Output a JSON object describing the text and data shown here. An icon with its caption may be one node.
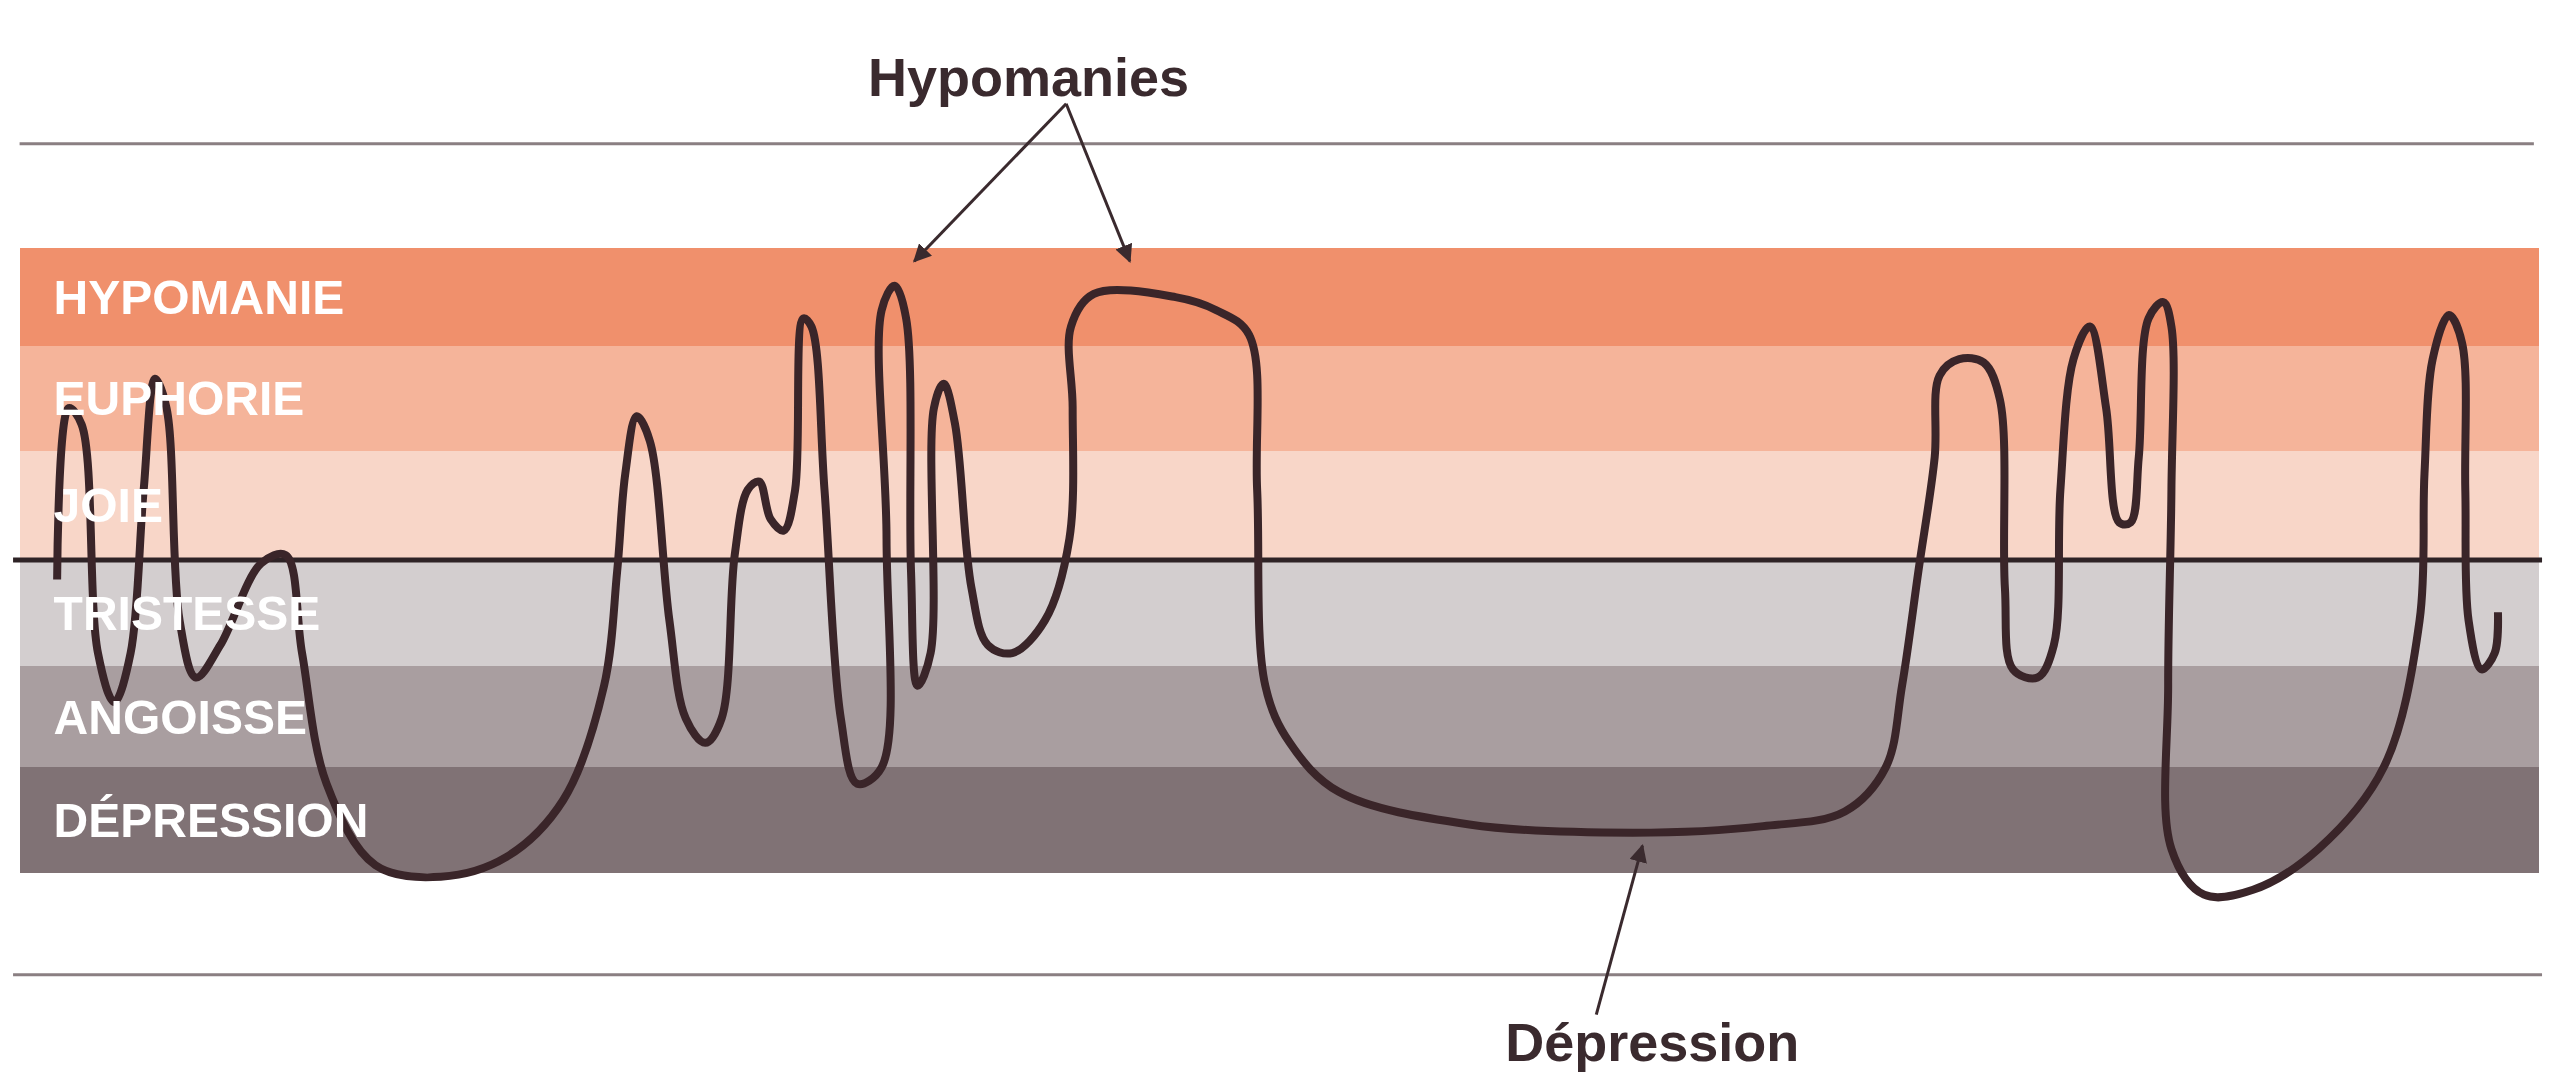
{
  "diagram": {
    "nodes": [
      {
        "text": [
          "Hypomanies"
        ]
      },
      {
        "text": [
          "HYPOMANIE"
        ]
      },
      {
        "text": [
          "EUPHORIE"
        ]
      },
      {
        "text": [
          "JOIE"
        ]
      },
      {
        "text": [
          "TRISTESSE"
        ]
      },
      {
        "text": [
          "ANGOISSE"
        ]
      },
      {
        "text": [
          "DÉPRESSION"
        ]
      },
      {
        "text": [
          "Dépression"
        ]
      }
    ],
    "edges": [
      {
        "from": 0,
        "to": 1,
        "arrow": "to"
      },
      {
        "from": 0,
        "to": 1,
        "arrow": "to"
      },
      {
        "from": 7,
        "to": 6,
        "arrow": "to"
      }
    ]
  }
}
